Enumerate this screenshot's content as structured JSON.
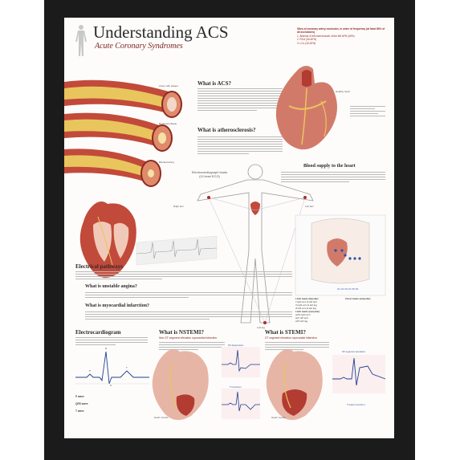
{
  "poster": {
    "title": "Understanding ACS",
    "subtitle": "Acute Coronary Syndromes"
  },
  "sections": {
    "what_is_acs": "What is ACS?",
    "atherosclerosis": "What is atherosclerosis?",
    "blood_supply": "Blood supply to the heart",
    "ecg_leads": "Electrocardiograph leads\n(12-lead ECG)",
    "electrical_pathways": "Electrical pathways",
    "unstable_angina": "What is unstable angina?",
    "myocardial_infarction": "What is myocardial infarction?",
    "electrocardiogram": "Electrocardiogram",
    "nstemi": "What is NSTEMI?",
    "stemi": "What is STEMI?",
    "nstemi_sub": "Non-ST segment elevation myocardial infarction",
    "stemi_sub": "ST segment elevation myocardial infarction"
  },
  "labels": {
    "artery_plaque": "Artery with plaque",
    "ruptured_plaque": "Ruptured plaque",
    "blocked_artery": "Blocked artery",
    "healthy_heart": "Healthy heart",
    "right_arm": "Right arm",
    "left_arm": "Left arm",
    "left_leg": "Left leg",
    "st_depression": "ST-depression",
    "t_inversion_nstemi": "T-inversion",
    "st_elevation": "ST-segment elevation",
    "t_inversion_stemi": "T-wave inversion",
    "heart_muscle_1": "Heart muscle",
    "heart_muscle_2": "Heart muscle",
    "p_wave": "P wave",
    "qrs_wave": "QRS wave",
    "t_wave": "T wave",
    "wave_r": "R",
    "wave_p": "P",
    "wave_q": "Q",
    "wave_s": "S",
    "wave_t": "T",
    "limb_leads": "Limb leads (bipolar)",
    "chest_leads": "Chest leads (unipolar)",
    "augmented_leads": "Limb leads (unipolar)",
    "lead_1": "I    right arm & left arm",
    "lead_2": "II   right arm & left leg",
    "lead_3": "III  left arm & left leg",
    "lead_avr": "aVR  right arm",
    "lead_avl": "aVL  left arm",
    "lead_avf": "aVF  left leg",
    "chest_v": "V1  V2  V3  V4  V5  V6"
  },
  "acs_list": {
    "title": "Sites of coronary artery occlusion, in order of frequency (at least 80% of all occlusions)",
    "items": [
      "1. Anterior & left main branch of the left AFN (40%)",
      "2. RCA (30-40%)",
      "3. LCx (15-20%)"
    ]
  },
  "colors": {
    "frame": "#1b1b1b",
    "poster_bg": "#fdfcfa",
    "heading_red": "#7a1e1e",
    "artery_red": "#c24a3a",
    "plaque_yellow": "#e9c55e",
    "ecg_red": "#b02a2a",
    "ecg_blue": "#2c4fa8"
  }
}
